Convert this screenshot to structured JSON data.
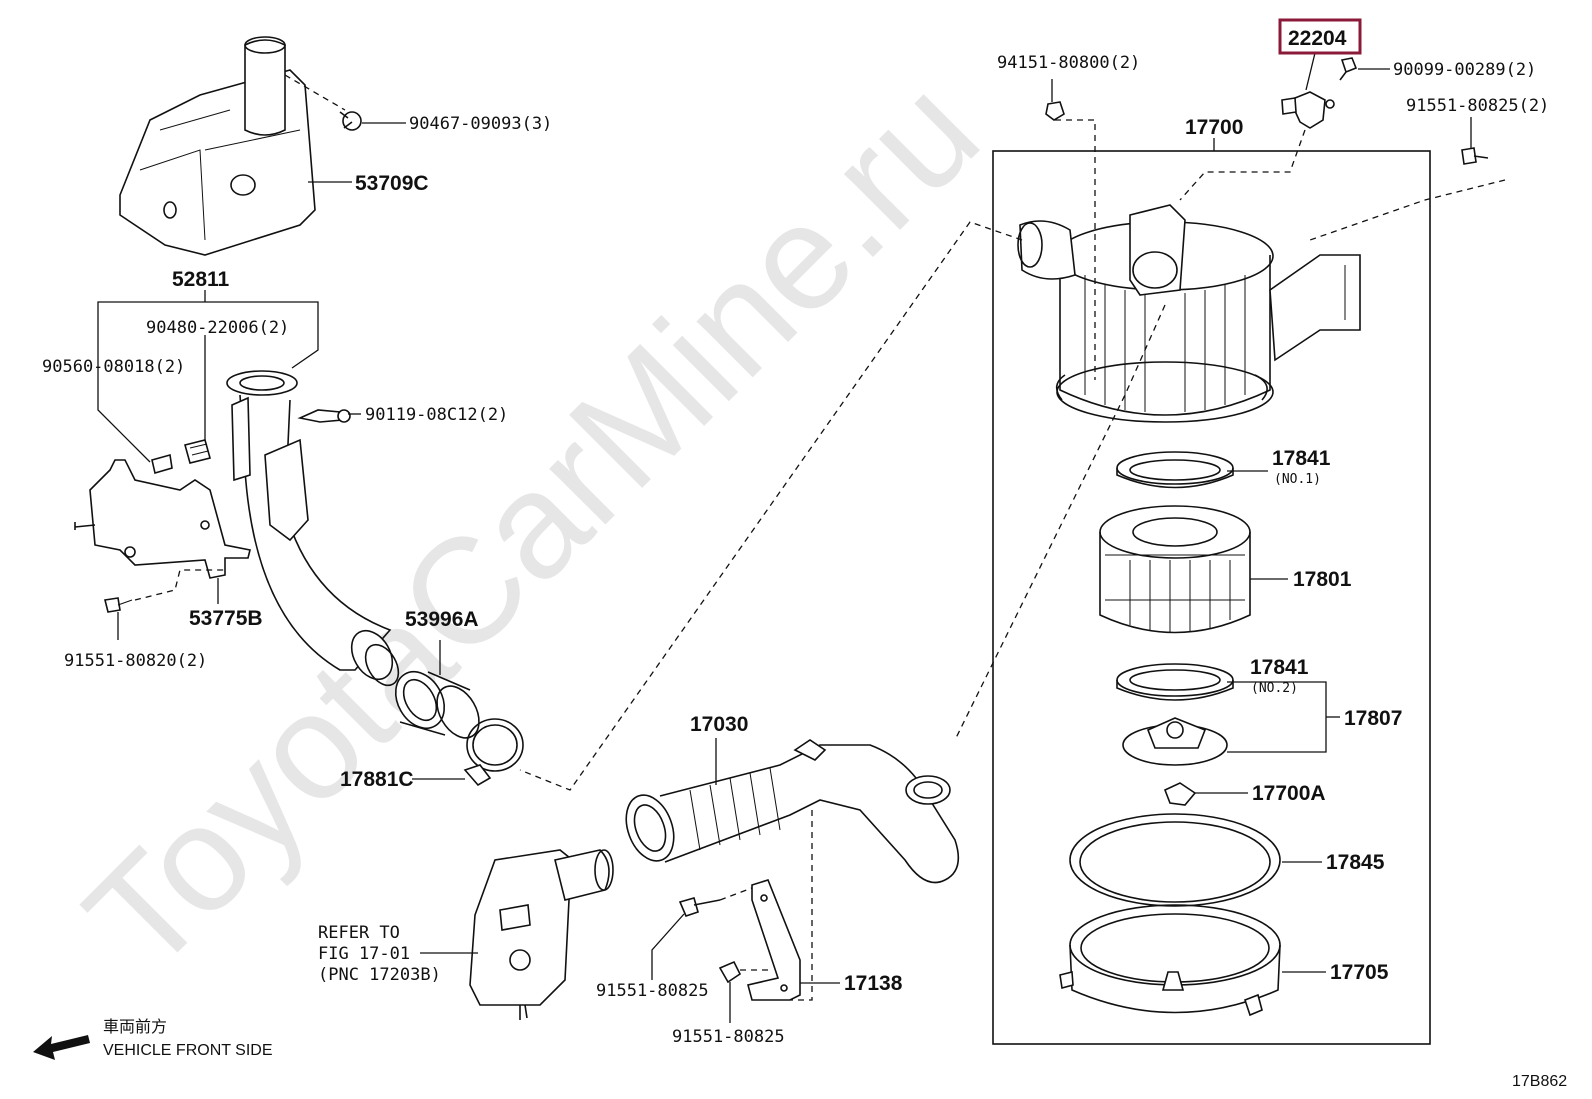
{
  "watermark": "ToyotaCarMine.ru",
  "highlight_color": "#8b1a3a",
  "highlighted_part": "22204",
  "labels": {
    "p22204": "22204",
    "p90099": "90099-00289(2)",
    "p94151": "94151-80800(2)",
    "p91551_80825_2": "91551-80825(2)",
    "p17700": "17700",
    "p90467": "90467-09093(3)",
    "p53709c": "53709C",
    "p52811": "52811",
    "p90480": "90480-22006(2)",
    "p90560": "90560-08018(2)",
    "p90119": "90119-08C12(2)",
    "p53775b": "53775B",
    "p91551_80820": "91551-80820(2)",
    "p53996a": "53996A",
    "p17881c": "17881C",
    "p17030": "17030",
    "p17841a": "17841",
    "p17841a_sub": "(NO.1)",
    "p17801": "17801",
    "p17841b": "17841",
    "p17841b_sub": "(NO.2)",
    "p17807": "17807",
    "p17700a": "17700A",
    "p17845": "17845",
    "p17705": "17705",
    "p17138": "17138",
    "p91551_80825_a": "91551-80825",
    "p91551_80825_b": "91551-80825",
    "refer1": "REFER TO",
    "refer2": "FIG 17-01",
    "refer3": "(PNC 17203B)",
    "front_jp": "車両前方",
    "front_en": "VEHICLE FRONT SIDE",
    "figure_code": "17B862"
  }
}
